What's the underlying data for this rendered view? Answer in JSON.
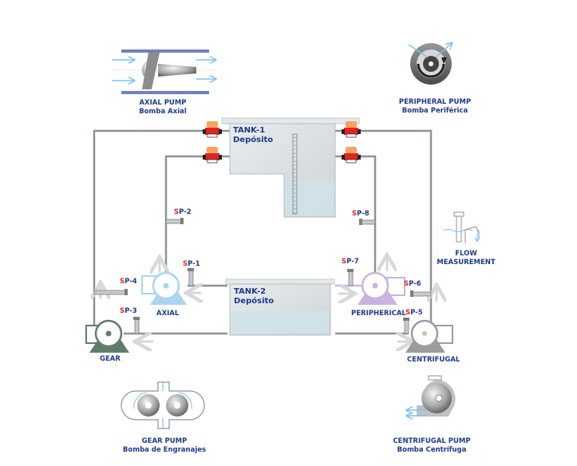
{
  "colors": {
    "label_blue": "#1e3a8a",
    "sensor_red": "#e02424",
    "pipe_gray": "#8e9294",
    "axial_pump": "#a9d5f0",
    "peripheral_pump": "#c9b4e0",
    "gear_pump": "#5f7d6c",
    "centrifugal_pump": "#9a9c9e",
    "water": "#cfe3ea",
    "flow_blue": "#7cc3ee"
  },
  "tanks": {
    "tank1": {
      "title": "TANK-1",
      "subtitle": "Depósito"
    },
    "tank2": {
      "title": "TANK-2",
      "subtitle": "Depósito"
    }
  },
  "pumps": {
    "axial": "AXIAL",
    "peripheral": "PERIPHERICAL",
    "gear": "GEAR",
    "centrifugal": "CENTRIFUGAL"
  },
  "sensors": [
    {
      "prefix": "S",
      "rest": "P-1"
    },
    {
      "prefix": "S",
      "rest": "P-2"
    },
    {
      "prefix": "S",
      "rest": "P-3"
    },
    {
      "prefix": "S",
      "rest": "P-4"
    },
    {
      "prefix": "S",
      "rest": "P-5"
    },
    {
      "prefix": "S",
      "rest": "P-6"
    },
    {
      "prefix": "S",
      "rest": "P-7"
    },
    {
      "prefix": "S",
      "rest": "P-8"
    }
  ],
  "illustrations": {
    "axial_pump": {
      "title": "AXIAL PUMP",
      "subtitle": "Bomba Axial"
    },
    "peripheral_pump": {
      "title": "PERIPHERAL PUMP",
      "subtitle": "Bomba Periférica"
    },
    "gear_pump": {
      "title": "GEAR PUMP",
      "subtitle": "Bomba de Engranajes"
    },
    "centrifugal_pump": {
      "title": "CENTRIFUGAL PUMP",
      "subtitle": "Bomba Centrífuga"
    },
    "flow_measurement": {
      "line1": "FLOW",
      "line2": "MEASUREMENT"
    }
  }
}
